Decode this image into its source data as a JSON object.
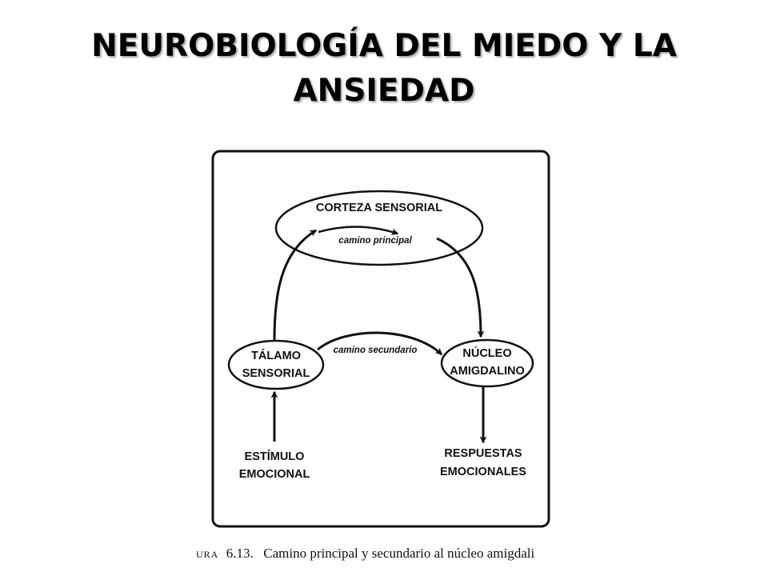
{
  "slide": {
    "title_line1": "NEUROBIOLOGÍA DEL MIEDO Y LA",
    "title_line2": "ANSIEDAD"
  },
  "diagram": {
    "nodes": {
      "corteza": [
        "CORTEZA SENSORIAL"
      ],
      "talamo": [
        "TÁLAMO",
        "SENSORIAL"
      ],
      "nucleo": [
        "NÚCLEO",
        "AMIGDALINO"
      ],
      "estimulo": [
        "ESTÍMULO",
        "EMOCIONAL"
      ],
      "respuestas": [
        "RESPUESTAS",
        "EMOCIONALES"
      ]
    },
    "edges": {
      "principal": "camino principal",
      "secundario": "camino secundario"
    }
  },
  "caption": {
    "prefix": "URA",
    "number": "6.13.",
    "text": "Camino principal y secundario al núcleo amigdali"
  }
}
